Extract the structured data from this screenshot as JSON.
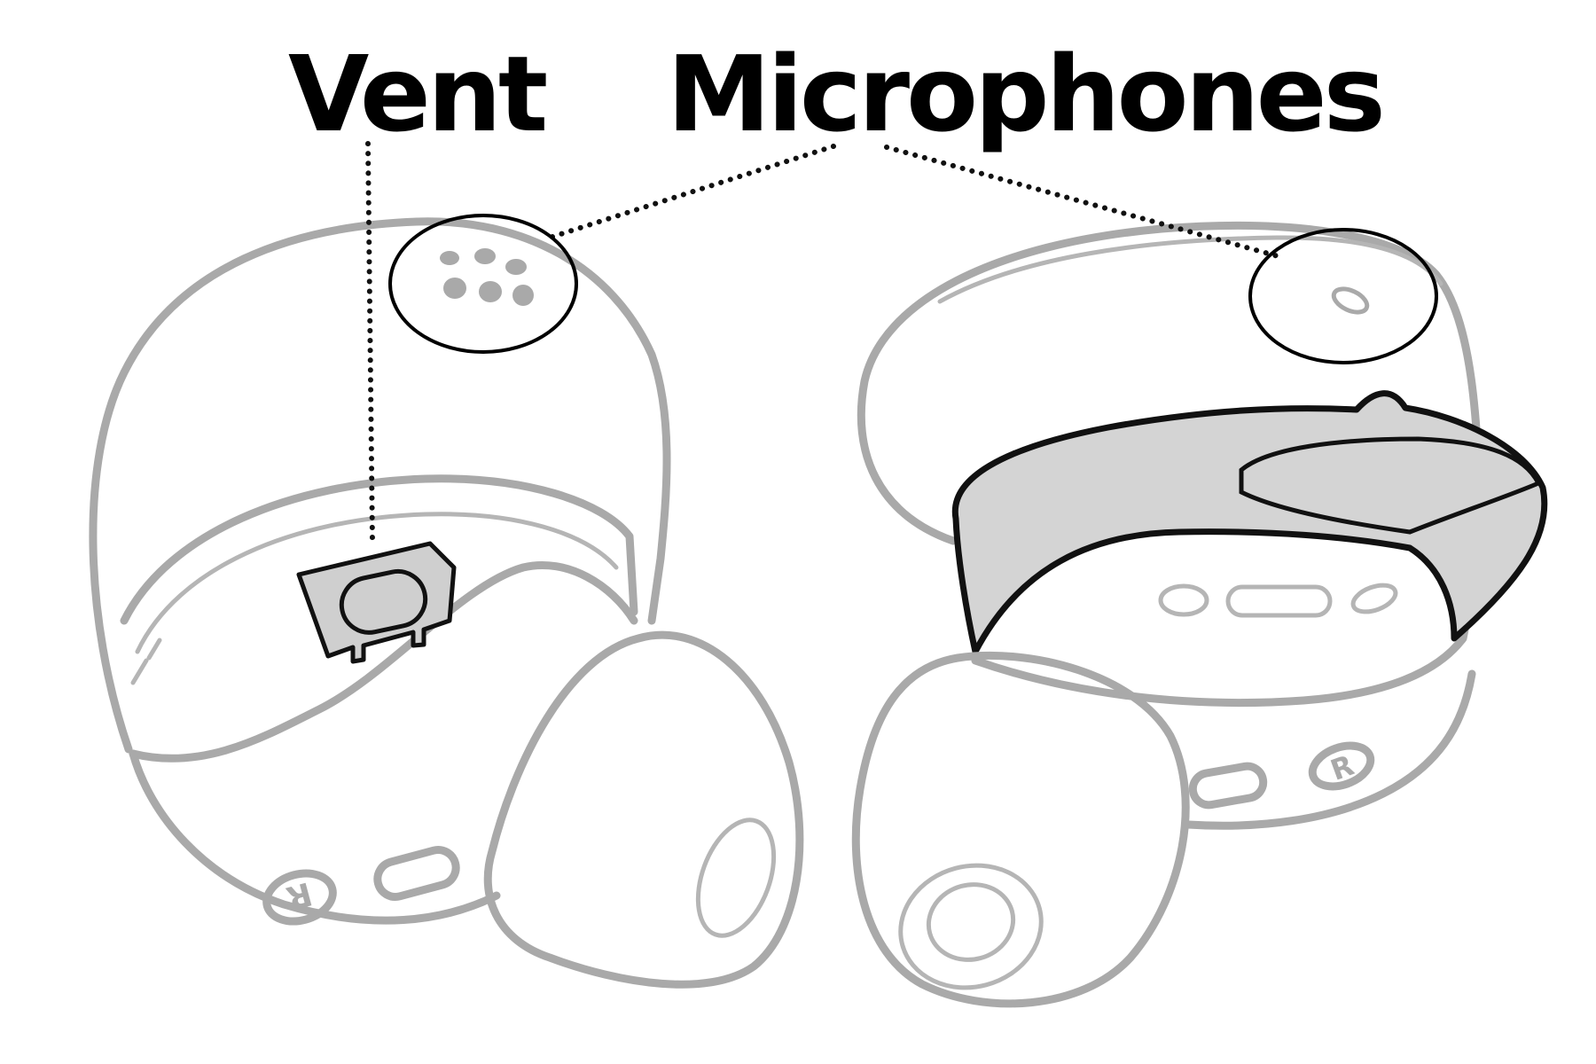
{
  "labels": {
    "vent": "Vent",
    "microphones": "Microphones"
  },
  "colors": {
    "outline": "#a9a9a9",
    "highlight_fill": "#d4d4d4",
    "highlight_stroke": "#111111",
    "text": "#000000"
  },
  "icons": {
    "left_earbud_marker": "R",
    "right_earbud_marker": "R"
  }
}
